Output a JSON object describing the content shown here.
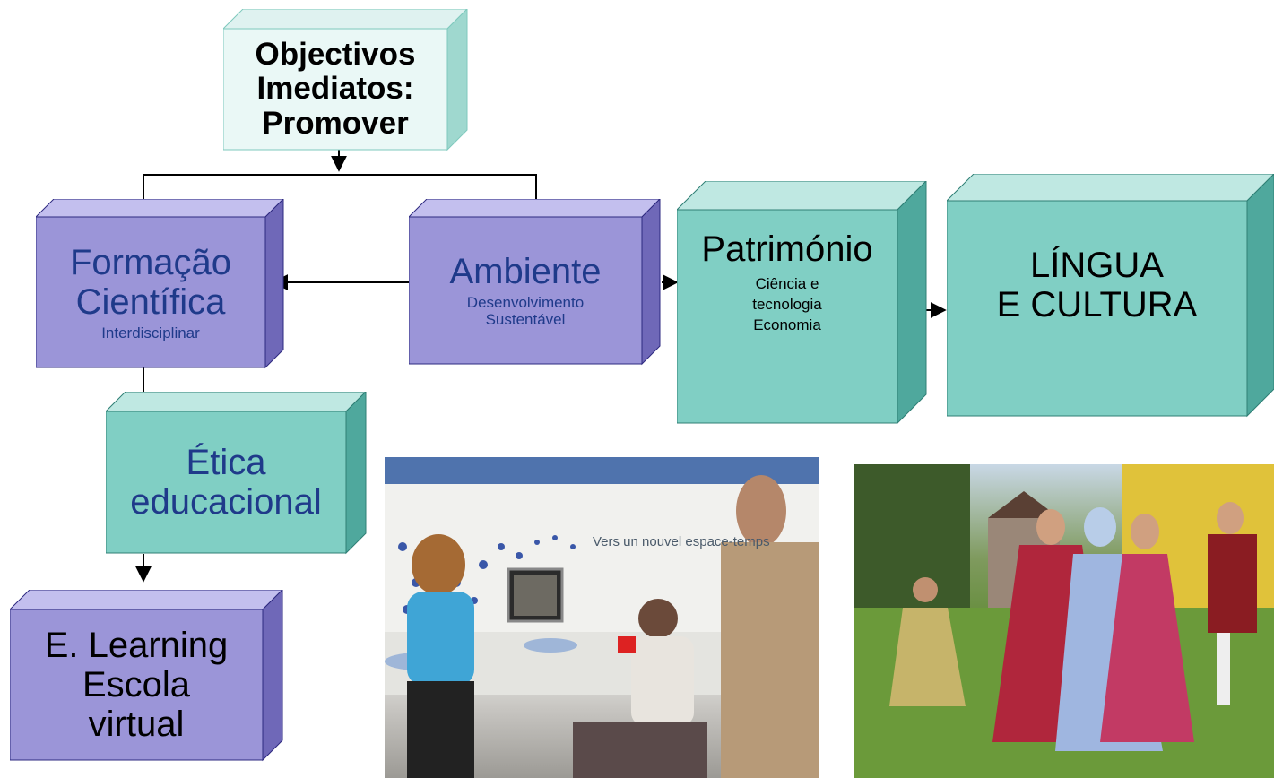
{
  "colors": {
    "purple_face": "#9b95d8",
    "purple_side": "#6f68b8",
    "purple_top": "#c3bfee",
    "teal_face": "#80cfc4",
    "teal_side": "#4fa89d",
    "teal_top": "#bfe8e2",
    "text_blue": "#1f3a8a",
    "text_dark": "#000000"
  },
  "boxes": {
    "objectivos": {
      "line1": "Objectivos",
      "line2": "Imediatos:",
      "line3": "Promover"
    },
    "formacao": {
      "title1": "Formação",
      "title2": "Científica",
      "sub": "Interdisciplinar"
    },
    "ambiente": {
      "title": "Ambiente",
      "sub1": "Desenvolvimento",
      "sub2": "Sustentável"
    },
    "patrimonio": {
      "title": "Património",
      "sub1": "Ciência e",
      "sub2": "tecnologia",
      "sub3": "Economia"
    },
    "lingua": {
      "line1": "LÍNGUA",
      "line2": "E CULTURA"
    },
    "etica": {
      "line1": "Ética",
      "line2": "educacional"
    },
    "elearning": {
      "line1": "E. Learning",
      "line2": "Escola",
      "line3": "virtual"
    }
  },
  "photos": {
    "museum": {
      "screen_text": "Vers un nouvel espace-temps"
    },
    "dancers": {}
  }
}
